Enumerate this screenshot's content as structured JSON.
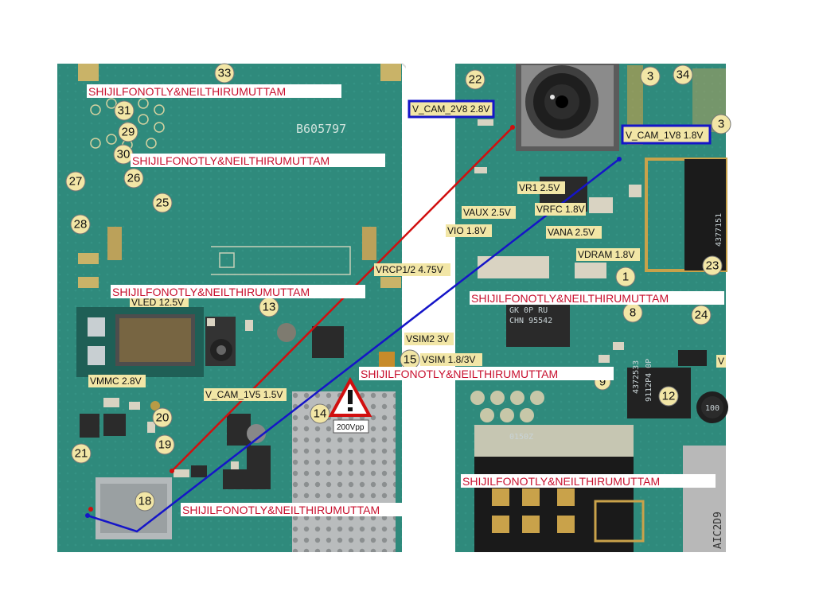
{
  "watermark": "SHIJILFONOTLY&NEILTHIRUMUTTAM",
  "voltage_labels": {
    "v_cam_2v8": "V_CAM_2V8 2.8V",
    "v_cam_1v8": "V_CAM_1V8 1.8V",
    "vr1": "VR1 2.5V",
    "vaux": "VAUX 2.5V",
    "vrfc": "VRFC 1.8V",
    "vio": "VIO 1.8V",
    "vana": "VANA 2.5V",
    "vdram": "VDRAM 1.8V",
    "vrcp": "VRCP1/2 4.75V",
    "vsim2": "VSIM2 3V",
    "vsim": "VSIM 1.8/3V",
    "vmmc": "VMMC 2.8V",
    "v_cam_1v5": "V_CAM_1V5 1.5V",
    "vled": "VLED 12.5V"
  },
  "component_numbers": {
    "n1": "1",
    "n3": "3",
    "n3b": "3",
    "n8": "8",
    "n9": "9",
    "n12": "12",
    "n13": "13",
    "n14": "14",
    "n15": "15",
    "n18": "18",
    "n19": "19",
    "n20": "20",
    "n21": "21",
    "n22": "22",
    "n23": "23",
    "n24": "24",
    "n25": "25",
    "n26": "26",
    "n27": "27",
    "n28": "28",
    "n29": "29",
    "n30": "30",
    "n31": "31",
    "n33": "33",
    "n34": "34"
  },
  "board_text": {
    "serial": "B605797",
    "warning_value": "200Vpp",
    "chip_line1": "GK 0P RU",
    "chip_line2": "CHN 95542",
    "chip12_line1": "4372533",
    "chip12_line2": "9112P4 0P",
    "cap_label": "100",
    "bottom_code": "0150Z",
    "edge_code": "4377151",
    "right_code": "AIC2D9",
    "partial_v": "V"
  },
  "colors": {
    "pcb_green": "#2f8a7c",
    "pcb_dark": "#1f5f56",
    "label_fill": "#f2e6a6",
    "red_trace": "#d10f0f",
    "blue_trace": "#1515c8",
    "watermark": "#c8102e"
  }
}
